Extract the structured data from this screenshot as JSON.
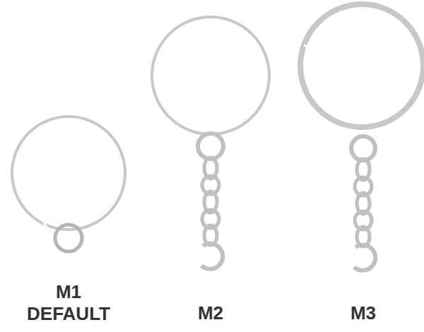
{
  "diagram": {
    "labels": [
      "M1 DEFAULT",
      "M2",
      "M3"
    ]
  }
}
